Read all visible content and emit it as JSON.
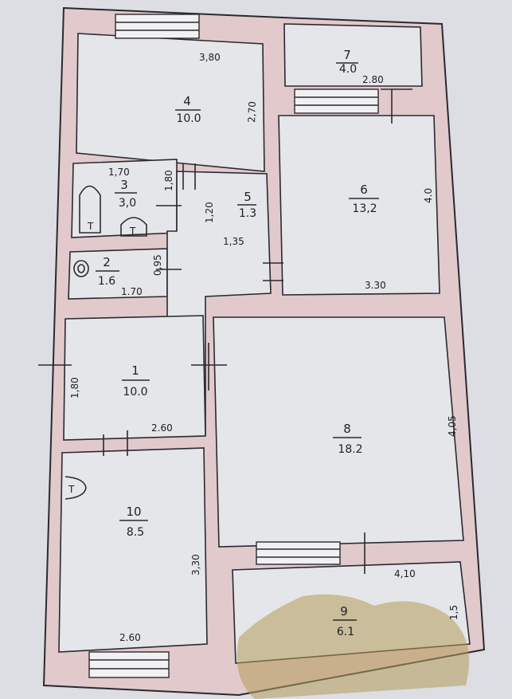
{
  "rooms": [
    {
      "id": "1",
      "area": "10.0"
    },
    {
      "id": "2",
      "area": "1.6"
    },
    {
      "id": "3",
      "area": "3,0"
    },
    {
      "id": "4",
      "area": "10.0"
    },
    {
      "id": "5",
      "area": "1.3"
    },
    {
      "id": "6",
      "area": "13,2"
    },
    {
      "id": "7",
      "area": "4.0"
    },
    {
      "id": "8",
      "area": "18.2"
    },
    {
      "id": "9",
      "area": "6.1"
    },
    {
      "id": "10",
      "area": "8.5"
    }
  ],
  "dimensions": {
    "r4_width": "3,80",
    "r4_height": "2,70",
    "r7_width": "2.80",
    "r6_height": "4.0",
    "r6_width": "3.30",
    "r3_width": "1,70",
    "r3_height": "1,80",
    "r5_height": "1,20",
    "r5_width": "1,35",
    "r2_height": "0,95",
    "r2_width": "1.70",
    "r1_height": "1,80",
    "r1_width": "2.60",
    "r8_height": "4,05",
    "r8_width": "4,10",
    "r9_height": "1,5",
    "r10_height": "3,30",
    "r10_width": "2.60"
  }
}
